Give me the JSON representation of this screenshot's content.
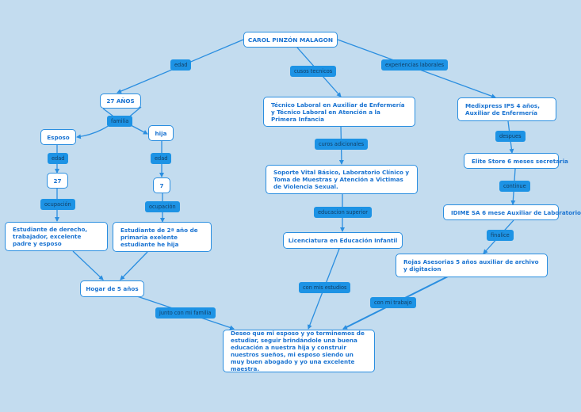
{
  "colors": {
    "background": "#c3dcef",
    "node_border": "#2a8ee0",
    "node_text": "#1a73d1",
    "label_fill": "#1d93e5",
    "label_text": "#123e63",
    "edge": "#2a8ee0"
  },
  "nodes": {
    "root": "CAROL PINZÓN MALAGON",
    "age": "27 AÑOS",
    "husband": "Esposo",
    "daughter": "hija",
    "husband_age": "27",
    "daughter_age": "7",
    "husband_occupation": "Estudiante de derecho, trabajador, excelente padre y esposo",
    "daughter_occupation": "Estudiante de 2ª año de primaria exelente estudiante he hija",
    "home": "Hogar de 5 años",
    "technical": "Técnico Laboral en Auxiliar de Enfermería y Técnico Laboral en Atención a la Primera Infancia",
    "additional": "Soporte Vital Básico, Laboratorio Clínico y Toma de Muestras y Atención a Victimas de Violencia Sexual.",
    "degree": "Licenciatura en Educación Infantil",
    "medixpress": "Medixpress IPS 4 años, Auxiliar de Enfermería",
    "elite": "Elite Store 6 meses secretaria",
    "idime": "IDIME SA 6 mese Auxiliar de Laboratorio",
    "rojas": "Rojas Asesorias 5 años auxiliar de archivo y digitacion",
    "wish": "Deseo que mi esposo y yo terminemos de estudiar, seguir brindándole una buena educación a nuestra hija y construir nuestros sueños, mi esposo siendo un muy buen abogado y yo una excelente maestra."
  },
  "labels": {
    "edad_root": "edad",
    "cusos": "cusos tecnicos",
    "experiencias": "experiencias laborales",
    "familia": "familia",
    "edad_esposo": "edad",
    "edad_hija": "edad",
    "ocupacion_esposo": "ocupación",
    "ocupacion_hija": "ocupación",
    "curos": "curos adicionales",
    "educacion": "educacion superior",
    "despues": "despues",
    "continue": "continue",
    "finalice": "finalice",
    "junto": "junto con mi familia",
    "estudios": "con mis estudios",
    "trabajo": "con mi trabajo"
  }
}
